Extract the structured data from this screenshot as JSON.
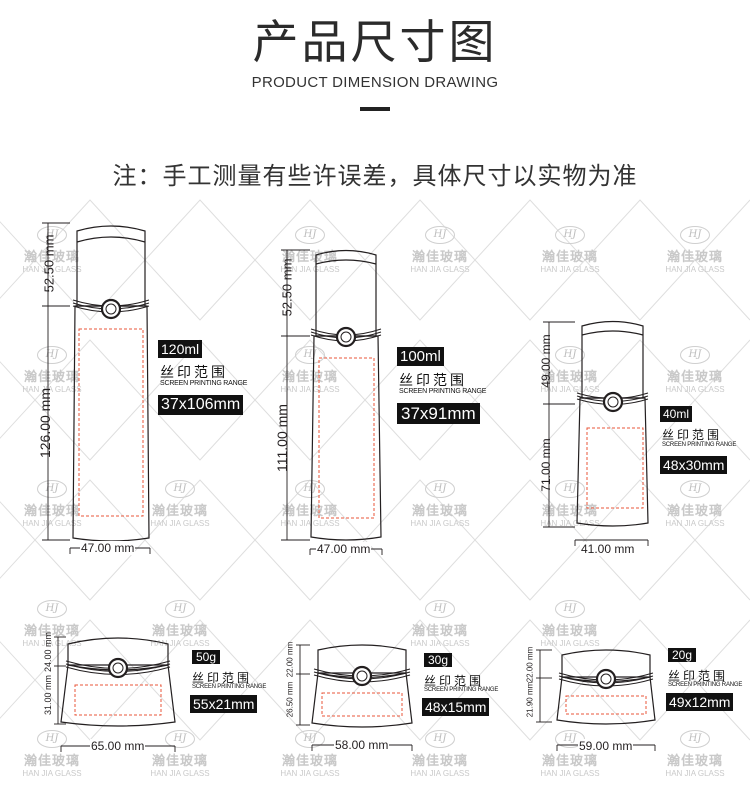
{
  "header": {
    "title": "产品尺寸图",
    "subtitle": "PRODUCT DIMENSION DRAWING"
  },
  "note": "注：手工测量有些许误差，具体尺寸以实物为准",
  "watermark": {
    "logo": "HJ",
    "cn": "瀚佳玻璃",
    "en": "HAN JIA GLASS"
  },
  "screen_print_label_cn": "丝印范围",
  "screen_print_label_en": "SCREEN PRINTING RANGE",
  "bottles": [
    {
      "capacity": "120ml",
      "print_size": "37x106mm",
      "cap_height": "52.50 mm",
      "body_height": "126.00 mm",
      "width": "47.00 mm"
    },
    {
      "capacity": "100ml",
      "print_size": "37x91mm",
      "cap_height": "52.50 mm",
      "body_height": "111.00 mm",
      "width": "47.00 mm"
    },
    {
      "capacity": "40ml",
      "print_size": "48x30mm",
      "cap_height": "49.00 mm",
      "body_height": "71.00 mm",
      "width": "41.00 mm"
    }
  ],
  "jars": [
    {
      "capacity": "50g",
      "print_size": "55x21mm",
      "cap_height": "24.00 mm",
      "body_height": "31.00 mm",
      "width": "65.00 mm"
    },
    {
      "capacity": "30g",
      "print_size": "48x15mm",
      "cap_height": "22.00 mm",
      "body_height": "26.50 mm",
      "width": "58.00 mm"
    },
    {
      "capacity": "20g",
      "print_size": "49x12mm",
      "cap_height": "22.00 mm",
      "body_height": "21.90 mm",
      "width": "59.00 mm"
    }
  ],
  "colors": {
    "ink": "#231f20",
    "print_area": "#e8563a",
    "watermark": "#c9c9c9"
  }
}
